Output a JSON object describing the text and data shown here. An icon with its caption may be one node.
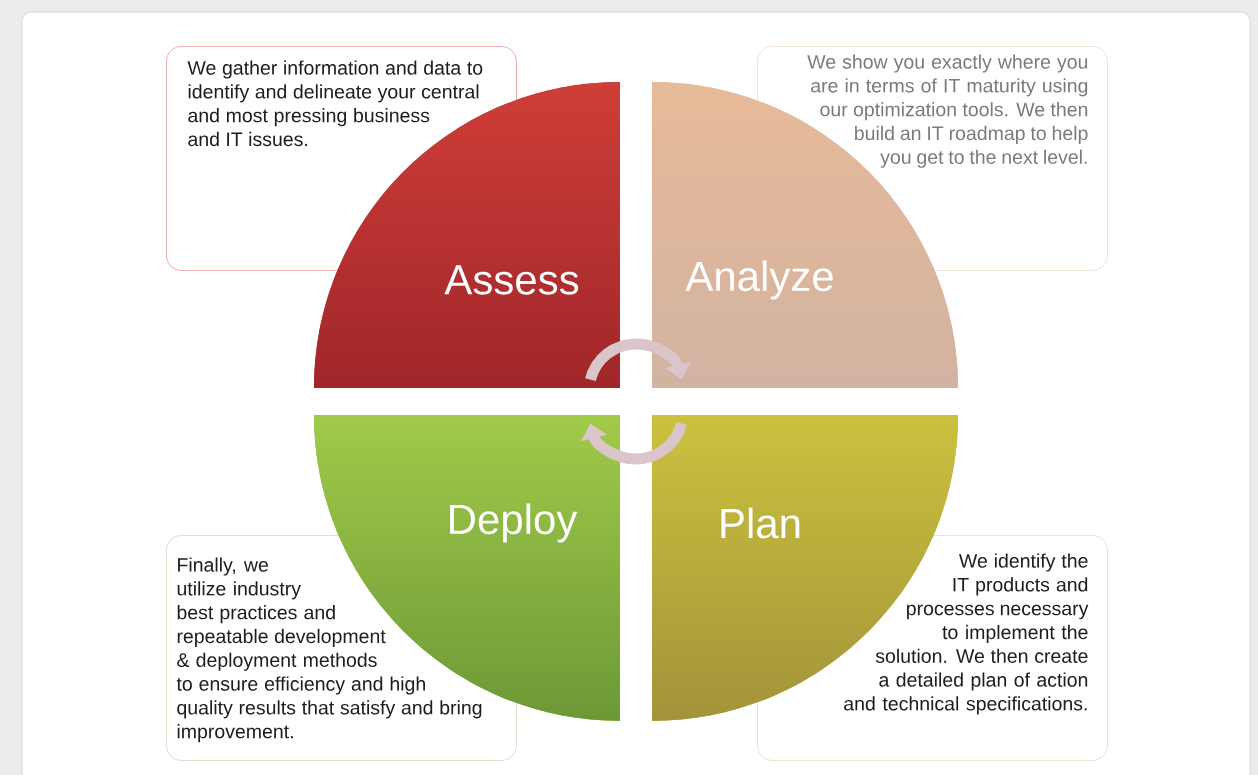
{
  "diagram": {
    "nodes": [
      {
        "text": [
          "We gather information and data to identify and delineate your central and most pressing business and IT issues."
        ]
      },
      {
        "text": [
          "We show you exactly where you are in terms of IT maturity using our optimization tools. We then build an IT roadmap to help you get to the next level."
        ]
      },
      {
        "text": [
          "Assess"
        ]
      },
      {
        "text": [
          "Analyze"
        ]
      },
      {
        "text": [
          "Deploy"
        ]
      },
      {
        "text": [
          "Plan"
        ]
      },
      {
        "text": [
          "Finally, we utilize industry best practices and repeatable development & deployment methods to ensure efficiency and high quality results that satisfy and bring improvement."
        ]
      },
      {
        "text": [
          "We identify the IT products and processes necessary to implement the solution. We then create a detailed plan of action and technical specifications."
        ]
      }
    ],
    "edges": [
      {
        "from": 2,
        "to": 3,
        "arrow": "to"
      },
      {
        "from": 5,
        "to": 4,
        "arrow": "to"
      }
    ]
  }
}
